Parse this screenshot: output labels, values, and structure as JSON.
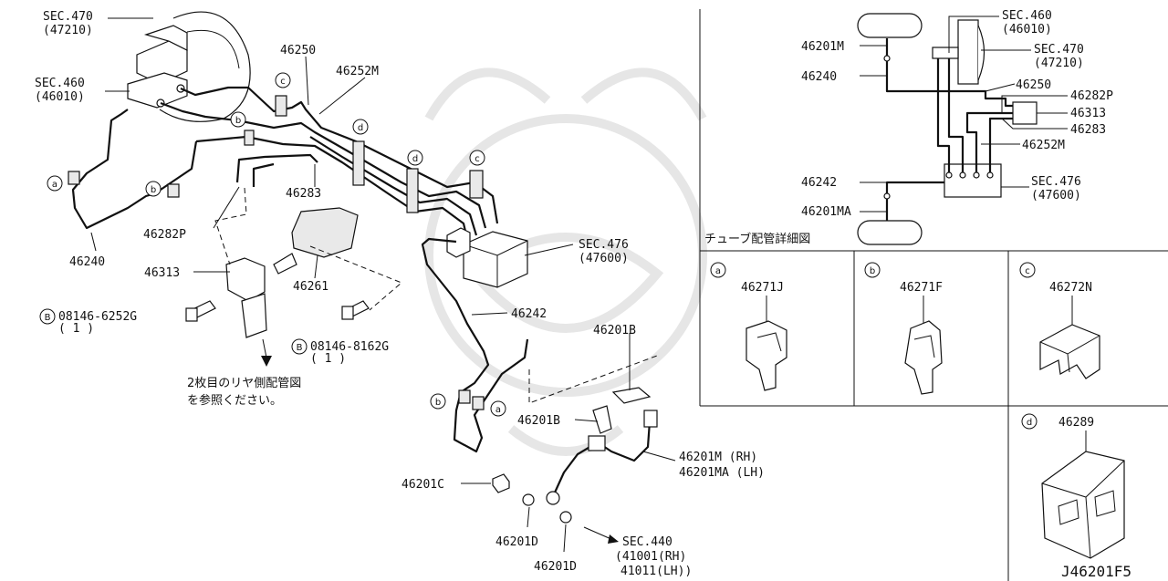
{
  "drawing_number": "J46201F5",
  "main": {
    "labels": {
      "sec470": "SEC.470",
      "sec470_sub": "(47210)",
      "sec460": "SEC.460",
      "sec460_sub": "(46010)",
      "p46250": "46250",
      "p46252m": "46252M",
      "p46283": "46283",
      "p46282p": "46282P",
      "p46240": "46240",
      "p46313": "46313",
      "p46261": "46261",
      "bolt1": "08146-6252G",
      "bolt1_qty": "( 1 )",
      "bolt2": "08146-8162G",
      "bolt2_qty": "( 1 )",
      "bolt_mark": "B",
      "rear_note_1": "2枚目のリヤ側配管図",
      "rear_note_2": "を参照ください。",
      "sec476": "SEC.476",
      "sec476_sub": "(47600)",
      "p46242": "46242",
      "p46201b_top": "46201B",
      "p46201b_left": "46201B",
      "p46201m": "46201M (RH)",
      "p46201ma": "46201MA (LH)",
      "p46201c": "46201C",
      "p46201d_1": "46201D",
      "p46201d_2": "46201D",
      "sec440": "SEC.440",
      "sec440_rh": "(41001(RH)",
      "sec440_lh": "41011(LH))"
    },
    "callouts": {
      "a": "a",
      "b": "b",
      "c": "c",
      "d": "d"
    }
  },
  "detail": {
    "title": "チューブ配管詳細図",
    "labels": {
      "p46201m": "46201M",
      "p46240": "46240",
      "sec460": "SEC.460",
      "sec460_sub": "(46010)",
      "sec470": "SEC.470",
      "sec470_sub": "(47210)",
      "p46250": "46250",
      "p46282p": "46282P",
      "p46313": "46313",
      "p46283": "46283",
      "p46252m": "46252M",
      "p46242": "46242",
      "sec476": "SEC.476",
      "sec476_sub": "(47600)",
      "p46201ma": "46201MA"
    }
  },
  "clips": [
    {
      "callout": "a",
      "part": "46271J"
    },
    {
      "callout": "b",
      "part": "46271F"
    },
    {
      "callout": "c",
      "part": "46272N"
    },
    {
      "callout": "d",
      "part": "46289"
    }
  ]
}
